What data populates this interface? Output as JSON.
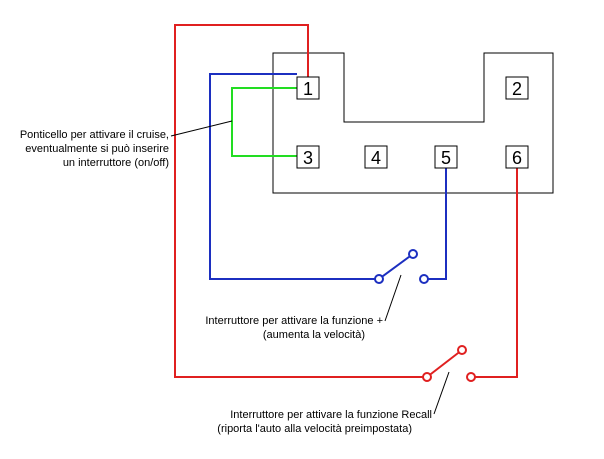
{
  "connector": {
    "pins": [
      {
        "label": "1"
      },
      {
        "label": "2"
      },
      {
        "label": "3"
      },
      {
        "label": "4"
      },
      {
        "label": "5"
      },
      {
        "label": "6"
      }
    ]
  },
  "annotations": {
    "jumper": [
      "Ponticello per attivare il cruise,",
      "eventualmente si può inserire",
      "un interruttore (on/off)"
    ],
    "switch_plus": [
      "Interruttore per attivare la funzione +",
      "(aumenta la velocità)"
    ],
    "switch_recall": [
      "Interruttore per attivare la funzione Recall",
      "(riporta l'auto alla velocità preimpostata)"
    ]
  },
  "colors": {
    "red": "#e02020",
    "blue": "#1c2fc0",
    "green": "#22dd22",
    "black": "#000000"
  }
}
